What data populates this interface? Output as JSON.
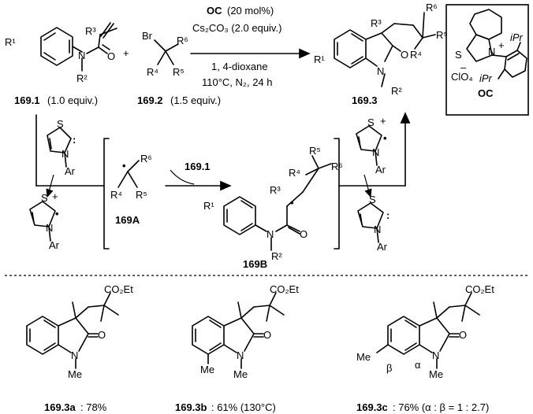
{
  "reaction": {
    "reagent_1": "169.1",
    "reagent_1_equiv": "(1.0 equiv.)",
    "reagent_2": "169.2",
    "reagent_2_equiv": "(1.5 equiv.)",
    "product": "169.3",
    "plus": "+",
    "conditions": {
      "catalyst": "OC",
      "catalyst_loading": "(20 mol%)",
      "base": "Cs₂CO₃ (2.0 equiv.)",
      "solvent": "1, 4-dioxane",
      "temp_atm_time": "110°C, N₂, 24 h"
    }
  },
  "atoms": {
    "R1": "R¹",
    "R2": "R²",
    "R3": "R³",
    "R4": "R⁴",
    "R5": "R⁵",
    "R6": "R⁶",
    "N": "N",
    "O": "O",
    "S": "S",
    "Br": "Br",
    "Ar": "Ar",
    "Me": "Me",
    "CO2Et": "CO₂Et",
    "iPr": "iPr",
    "ClO4": "ClO₄",
    "minus": "–",
    "plus": "+",
    "radical": "•",
    "lone_pair": ":"
  },
  "catalyst_box": {
    "label": "OC"
  },
  "mechanism": {
    "intermediate_A": "169A",
    "intermediate_B": "169B",
    "arrow_reagent": "169.1"
  },
  "examples": [
    {
      "id": "169.3a",
      "yield": ": 78%"
    },
    {
      "id": "169.3b",
      "yield": ": 61% (130°C)"
    },
    {
      "id": "169.3c",
      "yield": ": 76% (α : β = 1 : 2.7)"
    }
  ],
  "regio_labels": {
    "alpha": "α",
    "beta": "β"
  }
}
